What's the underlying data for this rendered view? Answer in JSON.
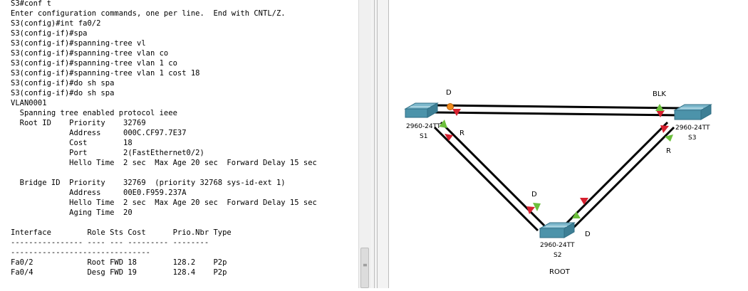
{
  "terminal": {
    "lines": [
      "S3#conf t",
      "Enter configuration commands, one per line.  End with CNTL/Z.",
      "S3(config)#int fa0/2",
      "S3(config-if)#spa",
      "S3(config-if)#spanning-tree vl",
      "S3(config-if)#spanning-tree vlan co",
      "S3(config-if)#spanning-tree vlan 1 co",
      "S3(config-if)#spanning-tree vlan 1 cost 18",
      "S3(config-if)#do sh spa",
      "S3(config-if)#do sh spa",
      "VLAN0001",
      "  Spanning tree enabled protocol ieee",
      "  Root ID    Priority    32769",
      "             Address     000C.CF97.7E37",
      "             Cost        18",
      "             Port        2(FastEthernet0/2)",
      "             Hello Time  2 sec  Max Age 20 sec  Forward Delay 15 sec",
      "",
      "  Bridge ID  Priority    32769  (priority 32768 sys-id-ext 1)",
      "             Address     00E0.F959.237A",
      "             Hello Time  2 sec  Max Age 20 sec  Forward Delay 15 sec",
      "             Aging Time  20",
      "",
      "Interface        Role Sts Cost      Prio.Nbr Type",
      "---------------- ---- --- --------- --------",
      "-------------------------------",
      "Fa0/2            Root FWD 18        128.2    P2p",
      "Fa0/4            Desg FWD 19        128.4    P2p"
    ],
    "scroll_grip": "≡"
  },
  "topology": {
    "switches": [
      {
        "model": "2960-24TT",
        "name": "S1"
      },
      {
        "model": "2960-24TT",
        "name": "S3"
      },
      {
        "model": "2960-24TT",
        "name": "S2"
      }
    ],
    "port_labels": {
      "s1_designated": "D",
      "s3_blocking": "BLK",
      "s1_root": "R",
      "s3_root": "R",
      "s2_designated_left": "D",
      "s2_designated_right": "D"
    },
    "root_label": "ROOT",
    "colors": {
      "link_up": "#6cbf3c",
      "link_down": "#d6202f",
      "blocking": "#f08a1c",
      "switch_body": "#4c93aa"
    }
  }
}
